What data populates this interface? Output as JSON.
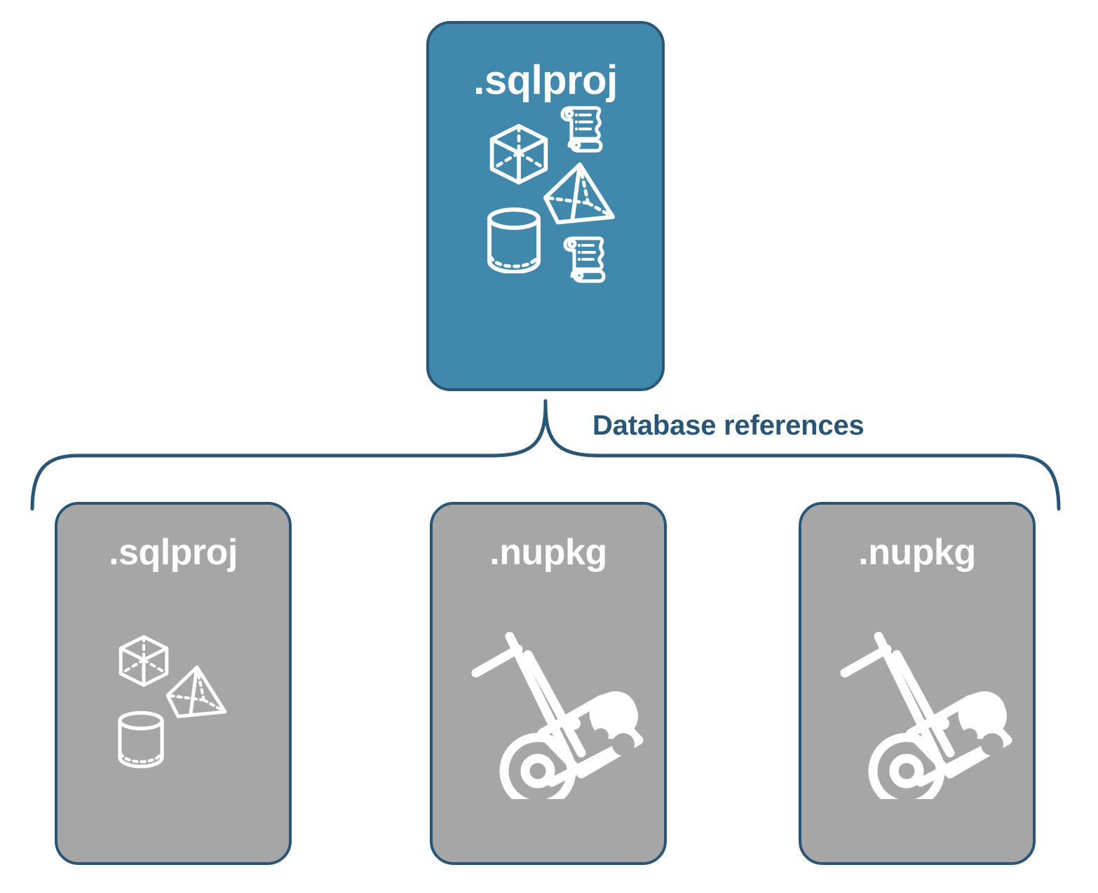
{
  "diagram": {
    "title": "Database references",
    "connector_label": "Database references",
    "colors": {
      "primary_fill": "#4189AC",
      "secondary_fill": "#A6A6A6",
      "stroke": "#2A5574",
      "icon_stroke": "#FFFFFF",
      "label_text": "#2A5574",
      "background": "#FFFFFF"
    },
    "root": {
      "label": ".sqlproj",
      "kind": "primary",
      "icons": [
        "cube-icon",
        "pyramid-icon",
        "cylinder-icon",
        "script-scroll-icon",
        "script-scroll-icon"
      ]
    },
    "references": [
      {
        "label": ".sqlproj",
        "kind": "secondary",
        "icons": [
          "cube-icon",
          "pyramid-icon",
          "cylinder-icon"
        ]
      },
      {
        "label": ".nupkg",
        "kind": "secondary",
        "icons": [
          "hand-truck-package-icon"
        ]
      },
      {
        "label": ".nupkg",
        "kind": "secondary",
        "icons": [
          "hand-truck-package-icon"
        ]
      }
    ]
  }
}
